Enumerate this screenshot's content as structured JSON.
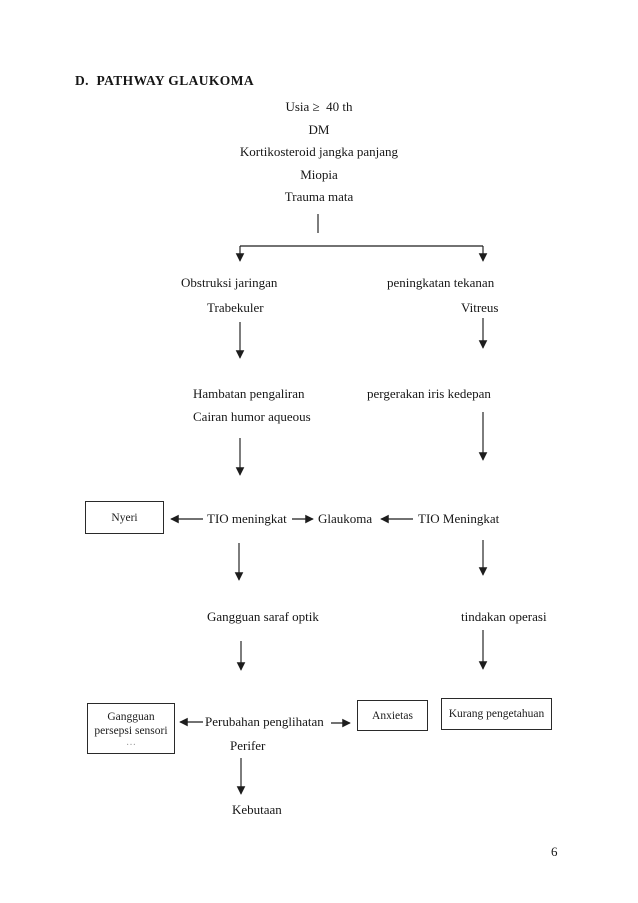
{
  "document": {
    "heading": "D.  PATHWAY GLAUKOMA",
    "page_number": "6"
  },
  "flowchart": {
    "risk_factors": [
      "Usia ≥  40 th",
      "DM",
      "Kortikosteroid jangka panjang",
      "Miopia",
      "Trauma mata"
    ],
    "nodes": {
      "obstruksi_line1": "Obstruksi jaringan",
      "obstruksi_line2": "Trabekuler",
      "peningkatan_line1": "peningkatan tekanan",
      "peningkatan_line2": "Vitreus",
      "hambatan_line1": "Hambatan pengaliran",
      "hambatan_line2": "Cairan humor aqueous",
      "iris": "pergerakan iris kedepan",
      "nyeri": "Nyeri",
      "tio_left": "TIO meningkat",
      "glaukoma": "Glaukoma",
      "tio_right": "TIO Meningkat",
      "saraf_optik": "Gangguan saraf optik",
      "operasi": "tindakan operasi",
      "sensori_box": [
        "Gangguan",
        "persepsi sensori",
        "…"
      ],
      "perubahan": "Perubahan penglihatan",
      "perifer": "Perifer",
      "anxietas": "Anxietas",
      "kurang_pengetahuan": "Kurang pengetahuan",
      "kebutaan": "Kebutaan"
    }
  }
}
